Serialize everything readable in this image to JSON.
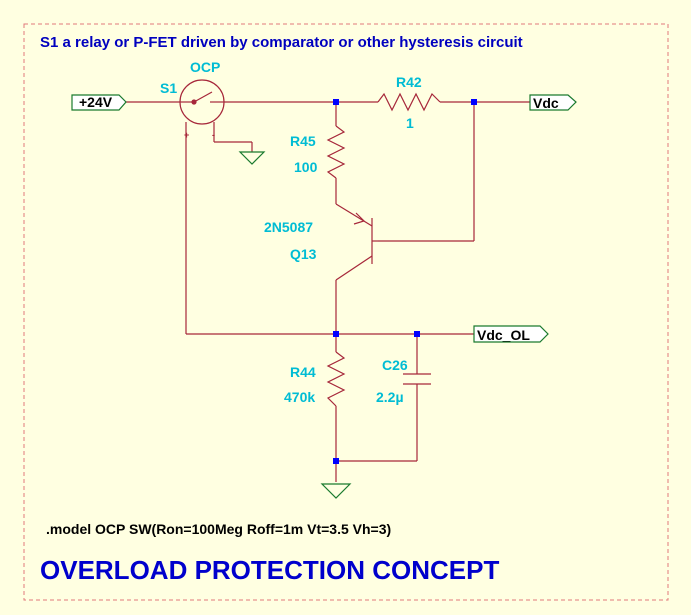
{
  "header_note": "S1 a relay or P-FET driven by comparator or other hysteresis circuit",
  "footer": {
    "model_directive": ".model OCP SW(Ron=100Meg Roff=1m Vt=3.5 Vh=3)",
    "title": "OVERLOAD PROTECTION CONCEPT"
  },
  "nets": {
    "input_label": "+24V",
    "output_label": "Vdc",
    "overload_label": "Vdc_OL"
  },
  "components": {
    "switch": {
      "ref": "S1",
      "model": "OCP",
      "plus_pin": "+",
      "minus_pin": "-"
    },
    "r42": {
      "ref": "R42",
      "value": "1"
    },
    "r45": {
      "ref": "R45",
      "value": "100"
    },
    "q13": {
      "ref": "Q13",
      "part": "2N5087"
    },
    "r44": {
      "ref": "R44",
      "value": "470k"
    },
    "c26": {
      "ref": "C26",
      "value": "2.2µ"
    }
  },
  "colors": {
    "background": "#ffffe1",
    "frame_dash": "#e07a7a",
    "wire": "#a6273a",
    "junction": "#0000ff",
    "ref_text": "#00bcd4",
    "note_text": "#0000bf",
    "title_text": "#0000cc",
    "net_label_fill": "#ffffff",
    "net_label_stroke": "#1a7a2e",
    "ground": "#1a7a2e"
  }
}
